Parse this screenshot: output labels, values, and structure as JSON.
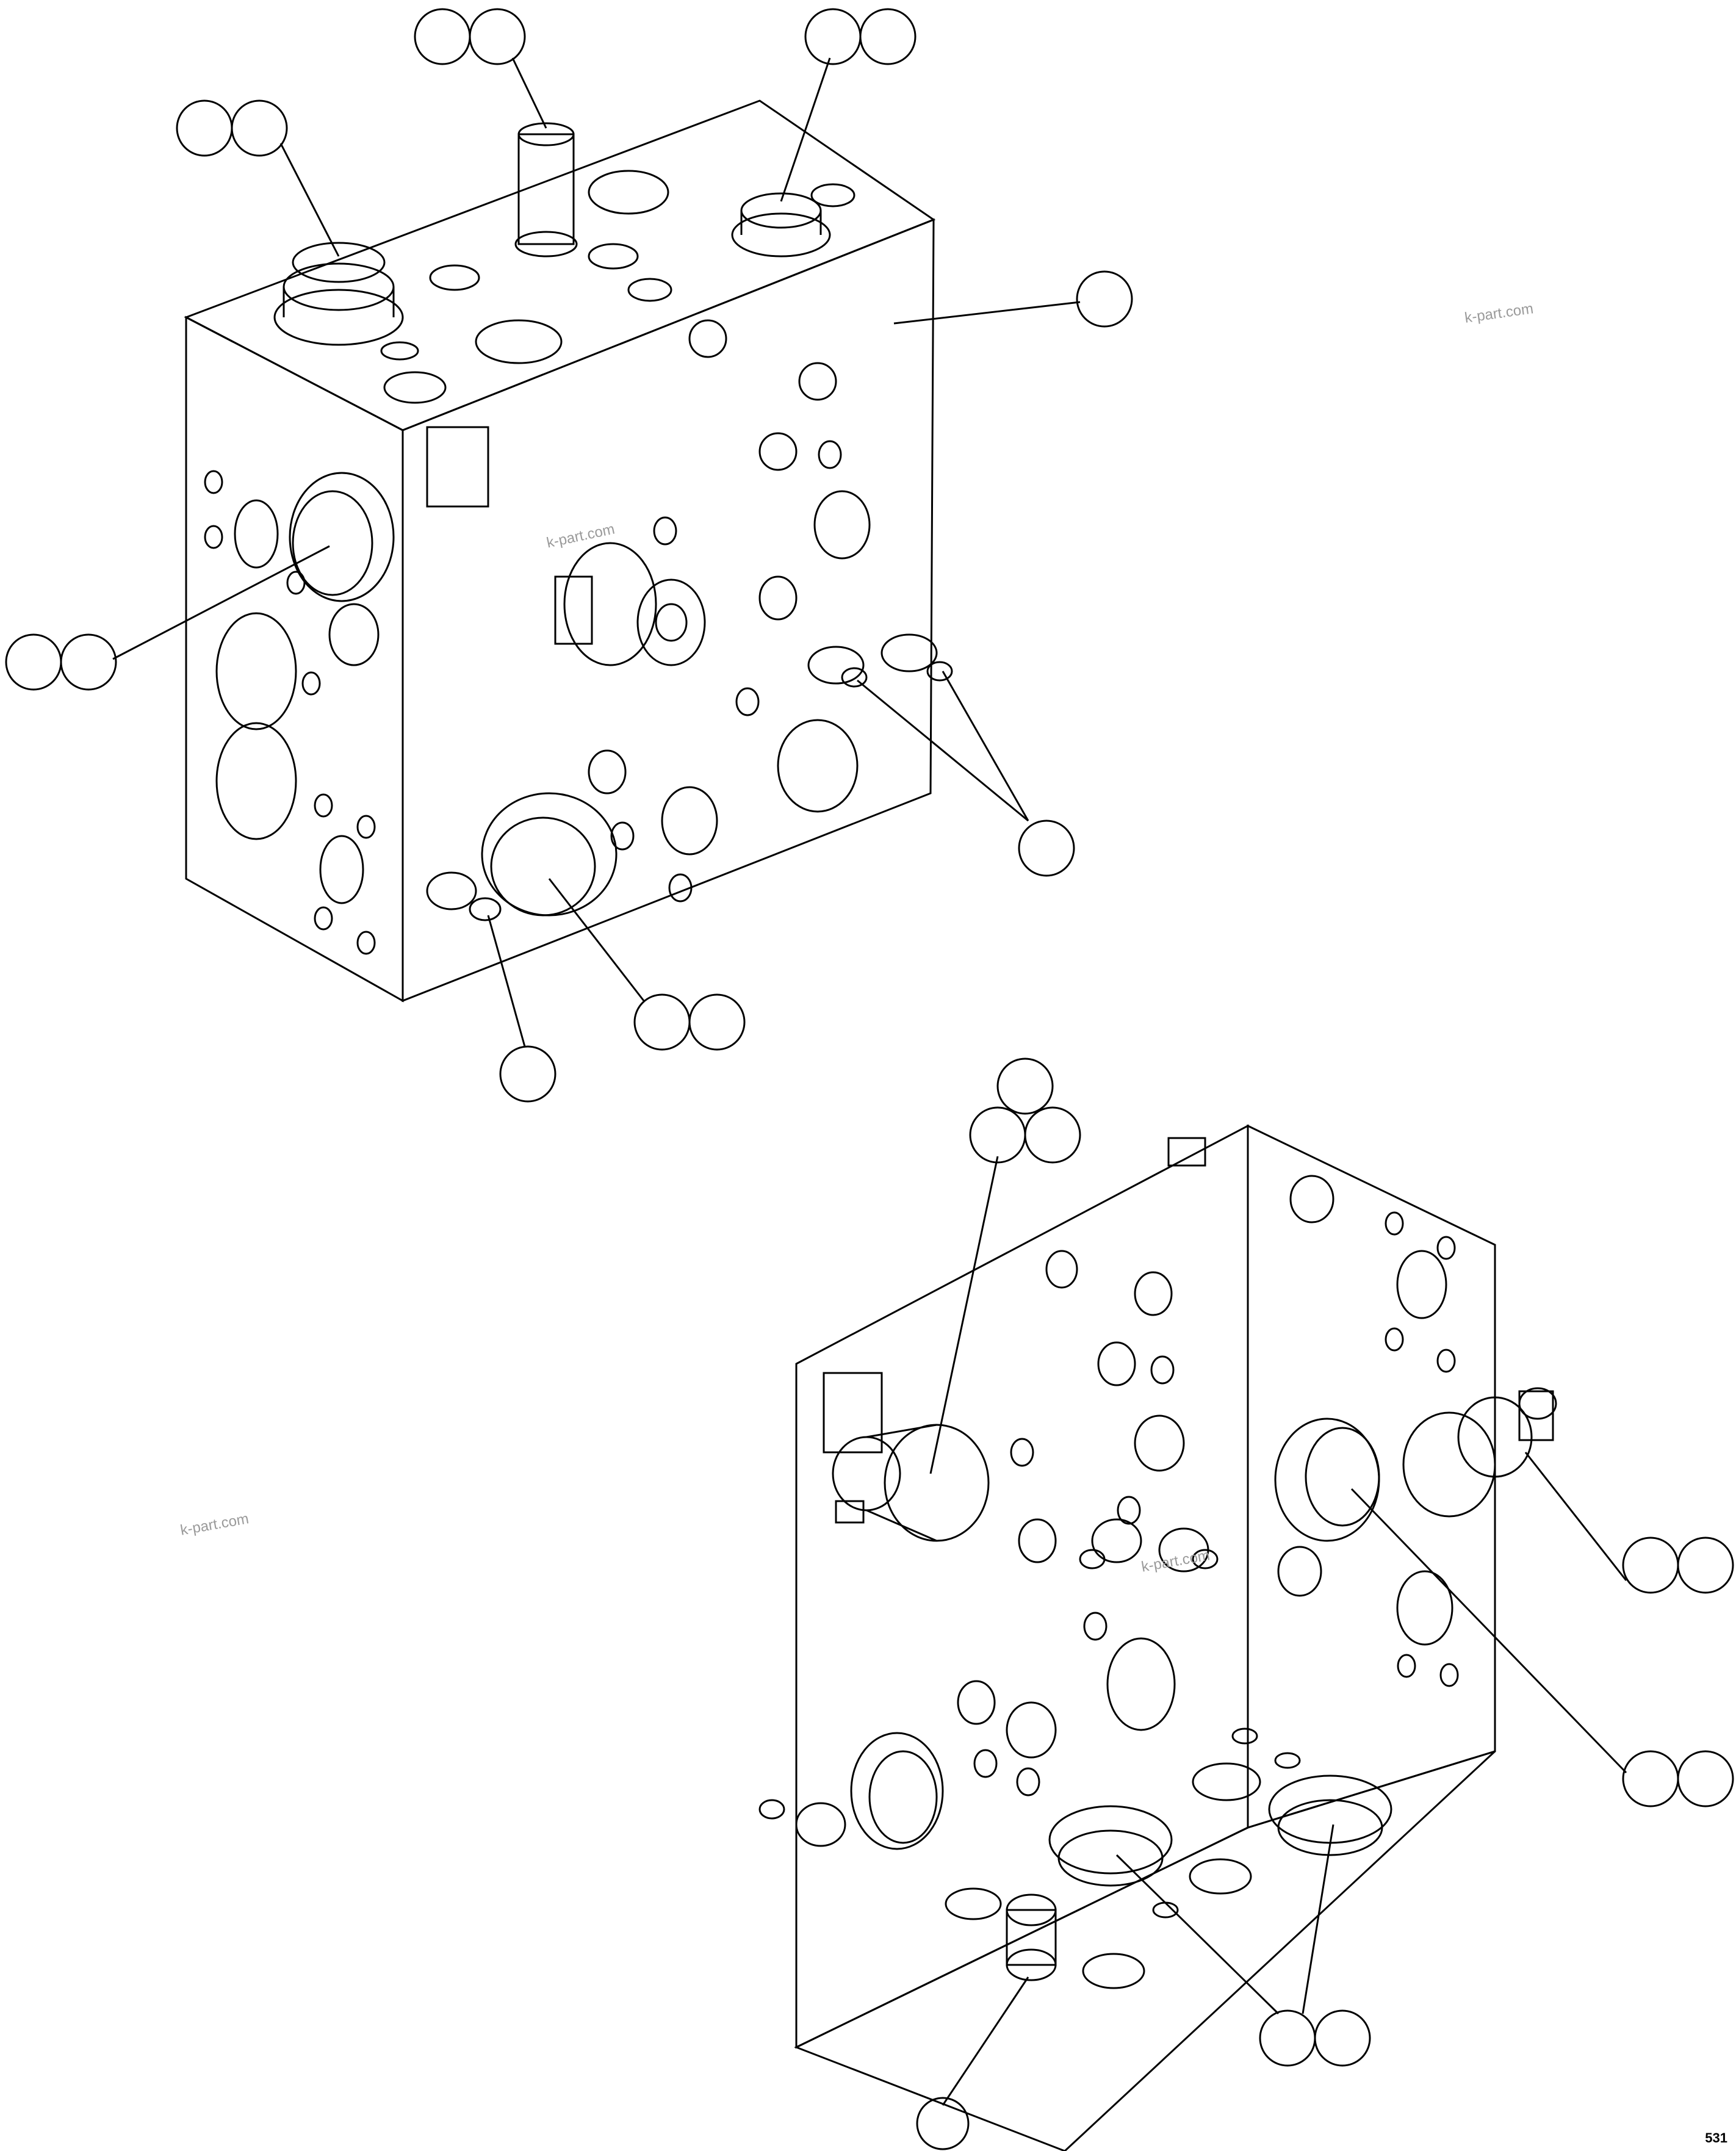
{
  "watermarks": {
    "mark_1": "k-part.com",
    "mark_2": "k-part.com",
    "mark_3": "k-part.com",
    "mark_4": "k-part.com"
  },
  "sheet_code": "531",
  "colors": {
    "line": "#000000",
    "background": "#ffffff",
    "watermark": "#9a9a9a"
  }
}
